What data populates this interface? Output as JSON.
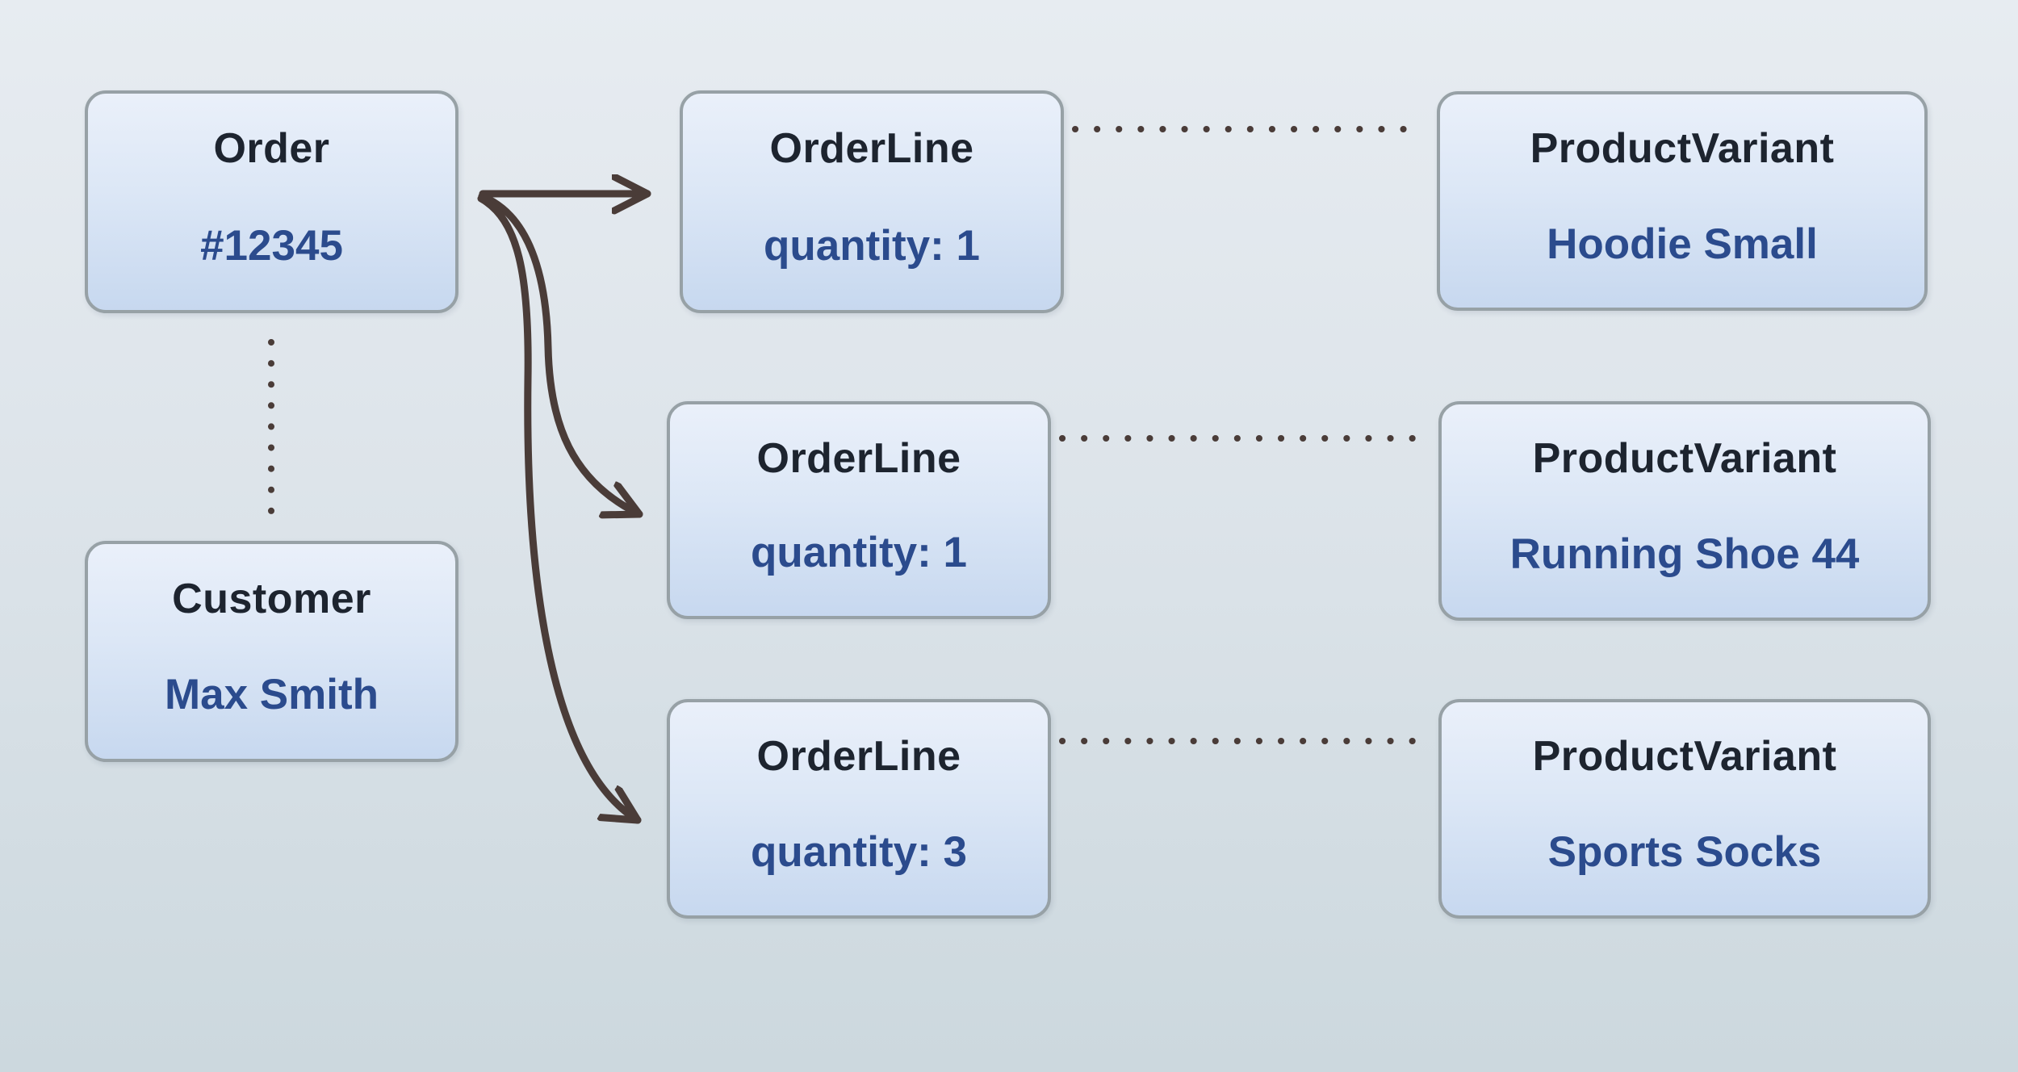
{
  "colors": {
    "bg_top": "#e7ecf1",
    "bg_bottom": "#ccd8de",
    "box_top": "#eaf0fa",
    "box_bottom": "#c7d8ef",
    "node_border": "#97a1a6",
    "node_title": "#1d242f",
    "node_value": "#2b4b8d",
    "connector": "#4a3c38"
  },
  "diagram": {
    "nodes": [
      {
        "id": "order",
        "type": "Order",
        "value": "#12345"
      },
      {
        "id": "customer",
        "type": "Customer",
        "value": "Max Smith"
      },
      {
        "id": "orderline-1",
        "type": "OrderLine",
        "value": "quantity: 1"
      },
      {
        "id": "orderline-2",
        "type": "OrderLine",
        "value": "quantity: 1"
      },
      {
        "id": "orderline-3",
        "type": "OrderLine",
        "value": "quantity: 3"
      },
      {
        "id": "productvariant-1",
        "type": "ProductVariant",
        "value": "Hoodie Small"
      },
      {
        "id": "productvariant-2",
        "type": "ProductVariant",
        "value": "Running Shoe 44"
      },
      {
        "id": "productvariant-3",
        "type": "ProductVariant",
        "value": "Sports Socks"
      }
    ],
    "edges": [
      {
        "from": "order",
        "to": "orderline-1",
        "style": "solid-arrow"
      },
      {
        "from": "order",
        "to": "orderline-2",
        "style": "solid-arrow"
      },
      {
        "from": "order",
        "to": "orderline-3",
        "style": "solid-arrow"
      },
      {
        "from": "order",
        "to": "customer",
        "style": "dotted"
      },
      {
        "from": "orderline-1",
        "to": "productvariant-1",
        "style": "dotted"
      },
      {
        "from": "orderline-2",
        "to": "productvariant-2",
        "style": "dotted"
      },
      {
        "from": "orderline-3",
        "to": "productvariant-3",
        "style": "dotted"
      }
    ]
  }
}
